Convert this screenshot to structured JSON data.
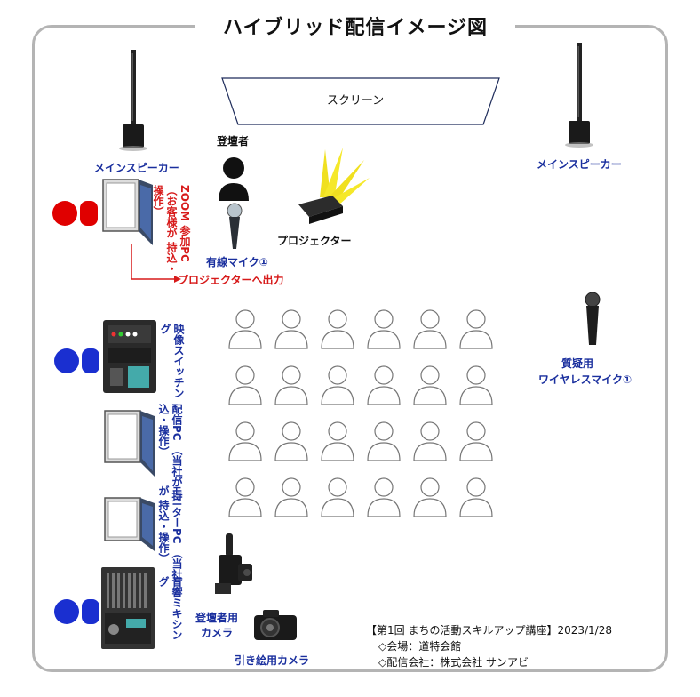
{
  "title": "ハイブリッド配信イメージ図",
  "screen_label": "スクリーン",
  "speaker_left_label": "メインスピーカー",
  "speaker_right_label": "メインスピーカー",
  "presenter_label": "登壇者",
  "wired_mic_label": "有線マイク①",
  "projector_label": "プロジェクター",
  "projector_output_label": "プロジェクターへ出力",
  "zoom_pc_label": "ZOOM 参加PC （お客様が 持込・操作）",
  "video_switcher_label": "映像スイッチング",
  "stream_pc_label": "配信PC （当社が 持込・操作）",
  "monitor_pc_label": "モニターPC （当社が 持込・操作）",
  "audio_mixing_label": "音響ミキシング",
  "presenter_camera_label_line1": "登壇者用",
  "presenter_camera_label_line2": "カメラ",
  "wide_camera_label": "引き絵用カメラ",
  "wireless_mic_label_line1": "質疑用",
  "wireless_mic_label_line2": "ワイヤレスマイク①",
  "event_info": {
    "line1": "【第1回 まちの活動スキルアップ講座】2023/1/28",
    "line2": "◇会場：道特会館",
    "line3": "◇配信会社：株式会社 サンアビ"
  },
  "audience": {
    "rows": 4,
    "cols": 6
  },
  "colors": {
    "client": "#e00000",
    "staff": "#1a2fd0",
    "label_blue": "#1a2f9e",
    "label_red": "#d71a1a",
    "frame": "#b4b4b4"
  }
}
